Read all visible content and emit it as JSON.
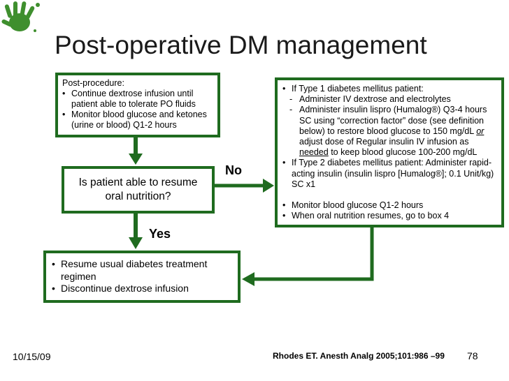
{
  "slide": {
    "title": "Post-operative DM management",
    "date": "10/15/09",
    "citation": "Rhodes ET. Anesth Analg 2005;101:986 –99",
    "page_number": "78"
  },
  "box1": {
    "heading": "Post-procedure:",
    "items": [
      "Continue dextrose infusion until patient able to tolerate PO fluids",
      "Monitor blood glucose and ketones (urine or blood) Q1-2 hours"
    ]
  },
  "box2": {
    "question": "Is patient able to resume oral nutrition?"
  },
  "box3": {
    "type1_heading": "If Type 1 diabetes mellitus patient:",
    "type1_sub1": "Administer IV dextrose and electrolytes",
    "type1_sub2_a": "Administer insulin lispro (Humalog®) Q3-4 hours SC using “correction factor” dose (see definition below) to restore blood glucose to 150 mg/dL",
    "type1_sub2_or": "or",
    "type1_sub2_b": "adjust dose of Regular insulin IV infusion as",
    "type1_sub2_needed": "needed",
    "type1_sub2_c": "to keep blood glucose 100-200 mg/dL",
    "type2": "If Type 2 diabetes mellitus patient: Administer rapid-acting insulin (insulin lispro [Humalog®]; 0.1 Unit/kg) SC x1",
    "monitor": "Monitor blood glucose Q1-2 hours",
    "resume": "When oral nutrition resumes, go to box 4"
  },
  "box4": {
    "items": [
      "Resume usual diabetes treatment regimen",
      "Discontinue dextrose infusion"
    ]
  },
  "labels": {
    "no": "No",
    "yes": "Yes"
  },
  "colors": {
    "box_border": "#1f6b1f",
    "logo": "#3f8f2e"
  },
  "icons": {
    "logo": "hand-print-icon"
  }
}
